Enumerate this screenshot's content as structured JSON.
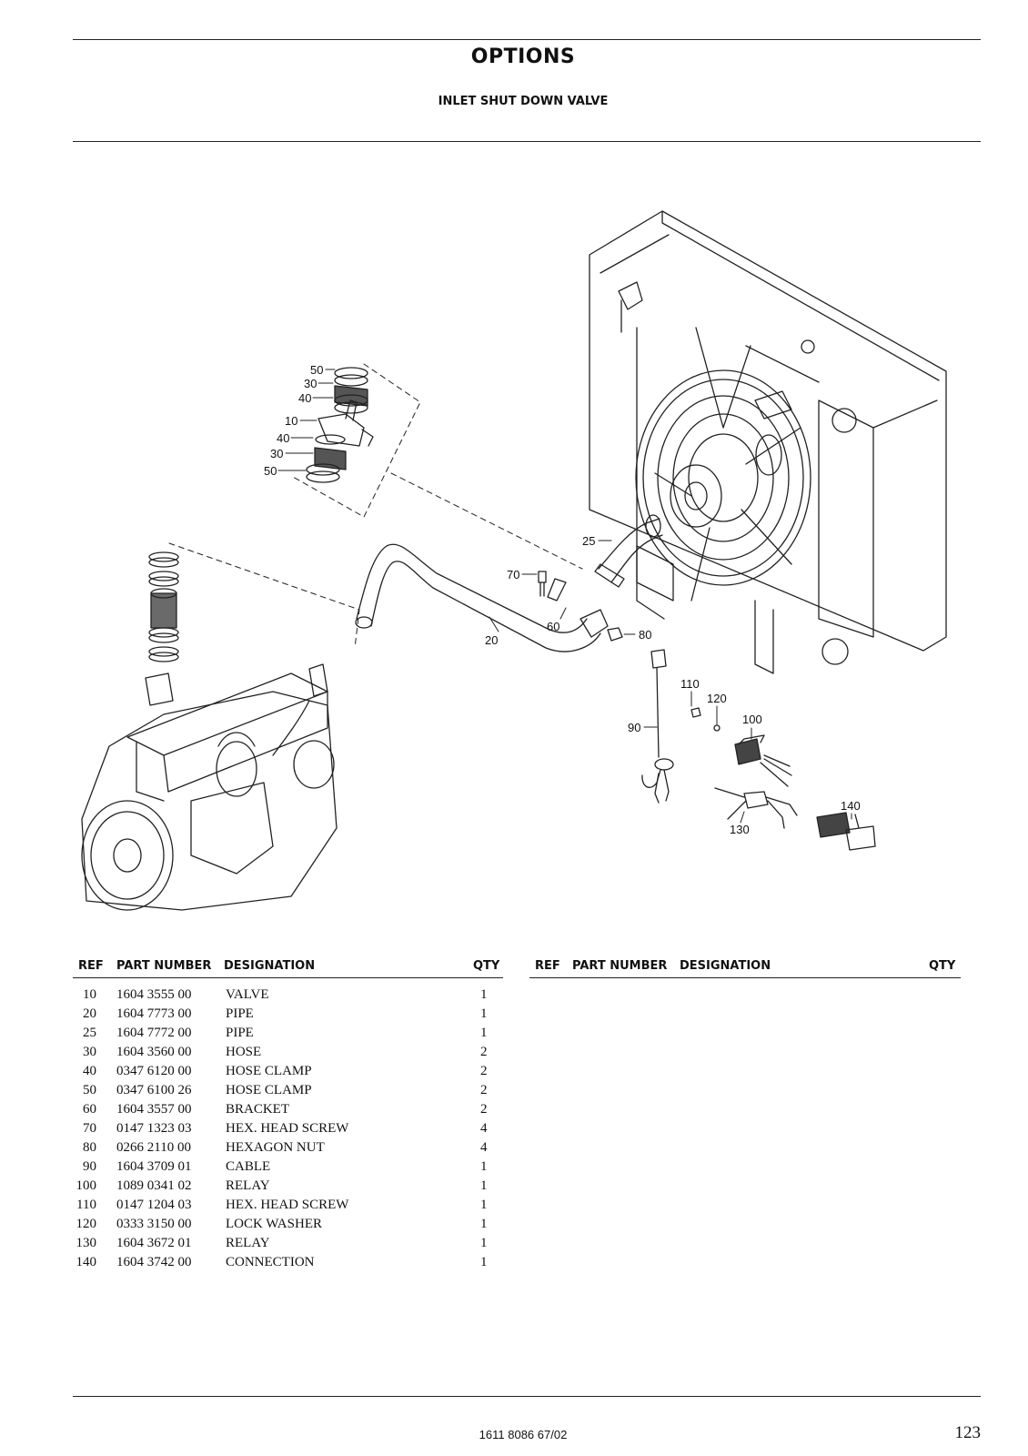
{
  "header": {
    "title": "OPTIONS",
    "subtitle": "INLET SHUT DOWN VALVE"
  },
  "drawing": {
    "callouts": [
      "50",
      "30",
      "40",
      "10",
      "40",
      "30",
      "50",
      "25",
      "70",
      "60",
      "20",
      "80",
      "110",
      "120",
      "100",
      "90",
      "140",
      "130"
    ]
  },
  "table": {
    "headers": {
      "ref": "REF",
      "part": "PART NUMBER",
      "designation": "DESIGNATION",
      "qty": "QTY"
    },
    "rows": [
      {
        "ref": "10",
        "part": "1604 3555 00",
        "designation": "VALVE",
        "qty": "1"
      },
      {
        "ref": "20",
        "part": "1604 7773 00",
        "designation": "PIPE",
        "qty": "1"
      },
      {
        "ref": "25",
        "part": "1604 7772 00",
        "designation": "PIPE",
        "qty": "1"
      },
      {
        "ref": "30",
        "part": "1604 3560 00",
        "designation": "HOSE",
        "qty": "2"
      },
      {
        "ref": "40",
        "part": "0347 6120 00",
        "designation": "HOSE CLAMP",
        "qty": "2"
      },
      {
        "ref": "50",
        "part": "0347 6100 26",
        "designation": "HOSE CLAMP",
        "qty": "2"
      },
      {
        "ref": "60",
        "part": "1604 3557 00",
        "designation": "BRACKET",
        "qty": "2"
      },
      {
        "ref": "70",
        "part": "0147 1323 03",
        "designation": "HEX. HEAD SCREW",
        "qty": "4"
      },
      {
        "ref": "80",
        "part": "0266 2110 00",
        "designation": "HEXAGON NUT",
        "qty": "4"
      },
      {
        "ref": "90",
        "part": "1604 3709 01",
        "designation": "CABLE",
        "qty": "1"
      },
      {
        "ref": "100",
        "part": "1089 0341 02",
        "designation": "RELAY",
        "qty": "1"
      },
      {
        "ref": "110",
        "part": "0147 1204 03",
        "designation": "HEX. HEAD SCREW",
        "qty": "1"
      },
      {
        "ref": "120",
        "part": "0333 3150 00",
        "designation": "LOCK WASHER",
        "qty": "1"
      },
      {
        "ref": "130",
        "part": "1604 3672 01",
        "designation": "RELAY",
        "qty": "1"
      },
      {
        "ref": "140",
        "part": "1604 3742 00",
        "designation": "CONNECTION",
        "qty": "1"
      }
    ]
  },
  "footer": {
    "doc_number": "1611 8086 67/02",
    "page_number": "123"
  }
}
